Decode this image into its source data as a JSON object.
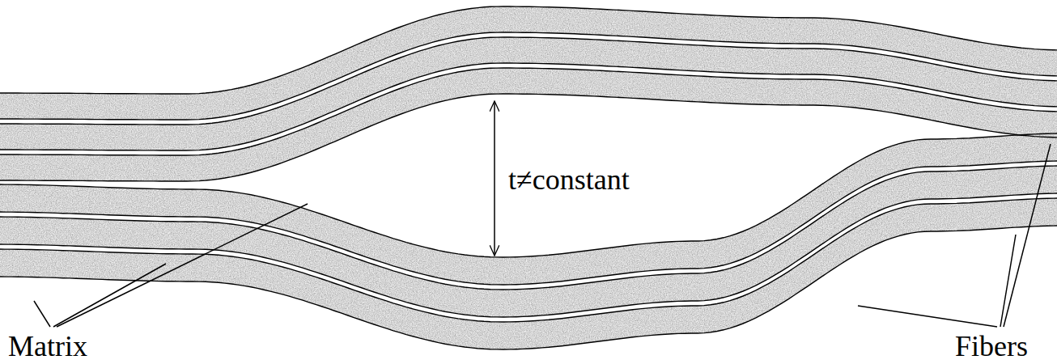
{
  "diagram": {
    "labels": [
      "t≠constant",
      "Matrix",
      "Fibers"
    ]
  }
}
